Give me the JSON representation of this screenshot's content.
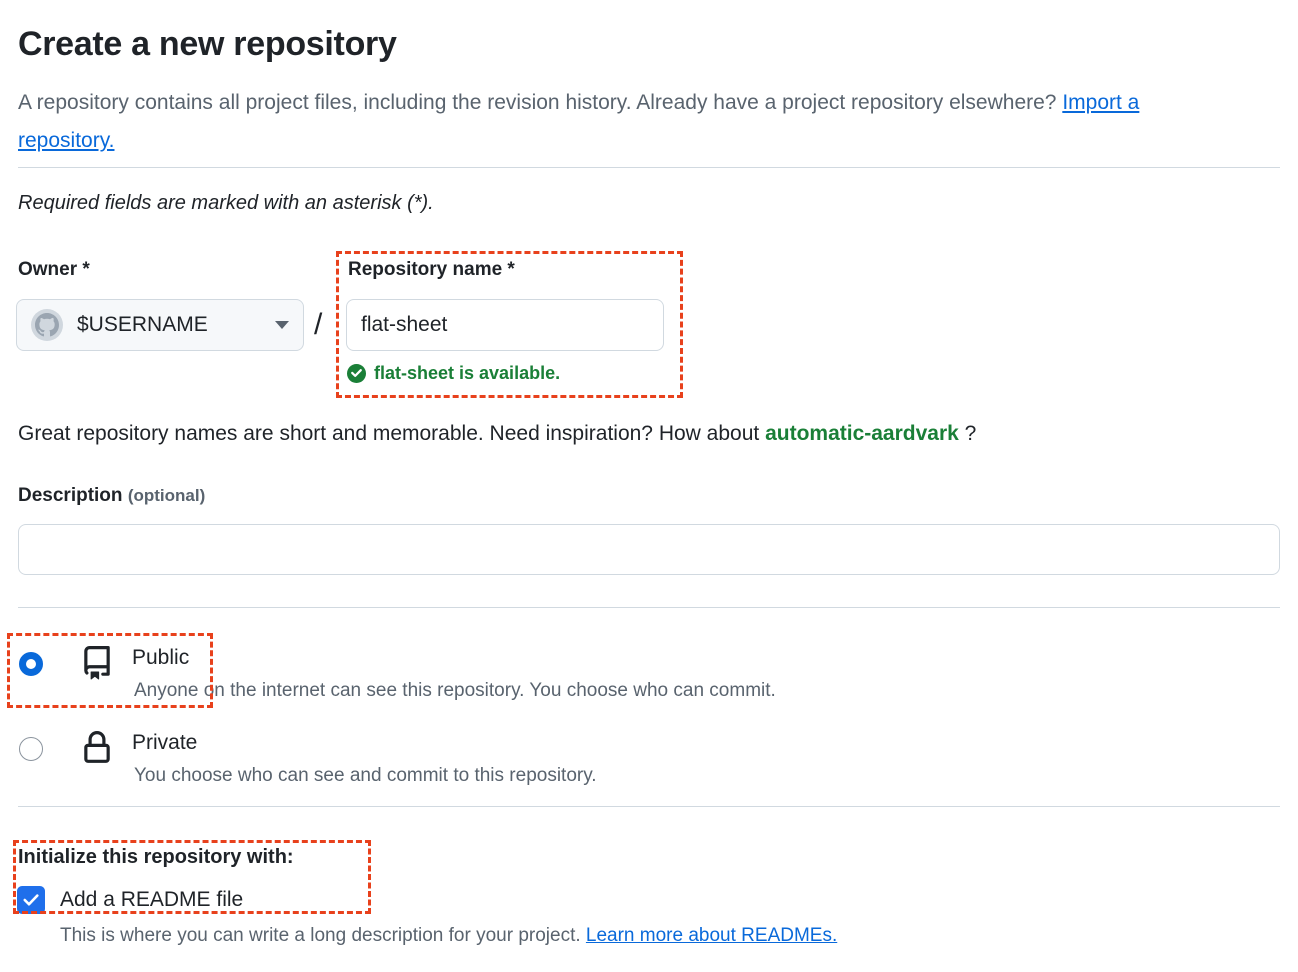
{
  "header": {
    "title": "Create a new repository",
    "subtitle_before": "A repository contains all project files, including the revision history. Already have a project repository elsewhere? ",
    "import_link": "Import a repository.",
    "required_note": "Required fields are marked with an asterisk (*)."
  },
  "owner": {
    "label": "Owner *",
    "username": "$USERNAME",
    "separator": "/",
    "avatar_icon": "github-octocat-avatar-icon",
    "caret_icon": "chevron-down-icon"
  },
  "repository_name": {
    "label": "Repository name *",
    "value": "flat-sheet",
    "placeholder": "",
    "availability_icon": "check-circle-icon",
    "availability_text": "flat-sheet is available."
  },
  "inspiration": {
    "prefix": "Great repository names are short and memorable. Need inspiration? How about ",
    "suggestion": "automatic-aardvark",
    "suffix": " ?"
  },
  "description": {
    "label": "Description",
    "optional_tag": "(optional)",
    "value": "",
    "placeholder": ""
  },
  "visibility": {
    "options": [
      {
        "id": "public",
        "title": "Public",
        "description": "Anyone on the internet can see this repository. You choose who can commit.",
        "icon": "repo-book-icon",
        "selected": true
      },
      {
        "id": "private",
        "title": "Private",
        "description": "You choose who can see and commit to this repository.",
        "icon": "lock-icon",
        "selected": false
      }
    ]
  },
  "initialize": {
    "title": "Initialize this repository with:",
    "readme_label": "Add a README file",
    "readme_checked": true,
    "readme_description_prefix": "This is where you can write a long description for your project. ",
    "readme_link": "Learn more about READMEs.",
    "check_icon": "checkmark-icon"
  },
  "colors": {
    "link": "#0969da",
    "success_green": "#1a7f37",
    "annotation": "#e8411c",
    "accent_blue": "#0969da",
    "muted_text": "#59636e",
    "border": "#d1d9e0"
  }
}
